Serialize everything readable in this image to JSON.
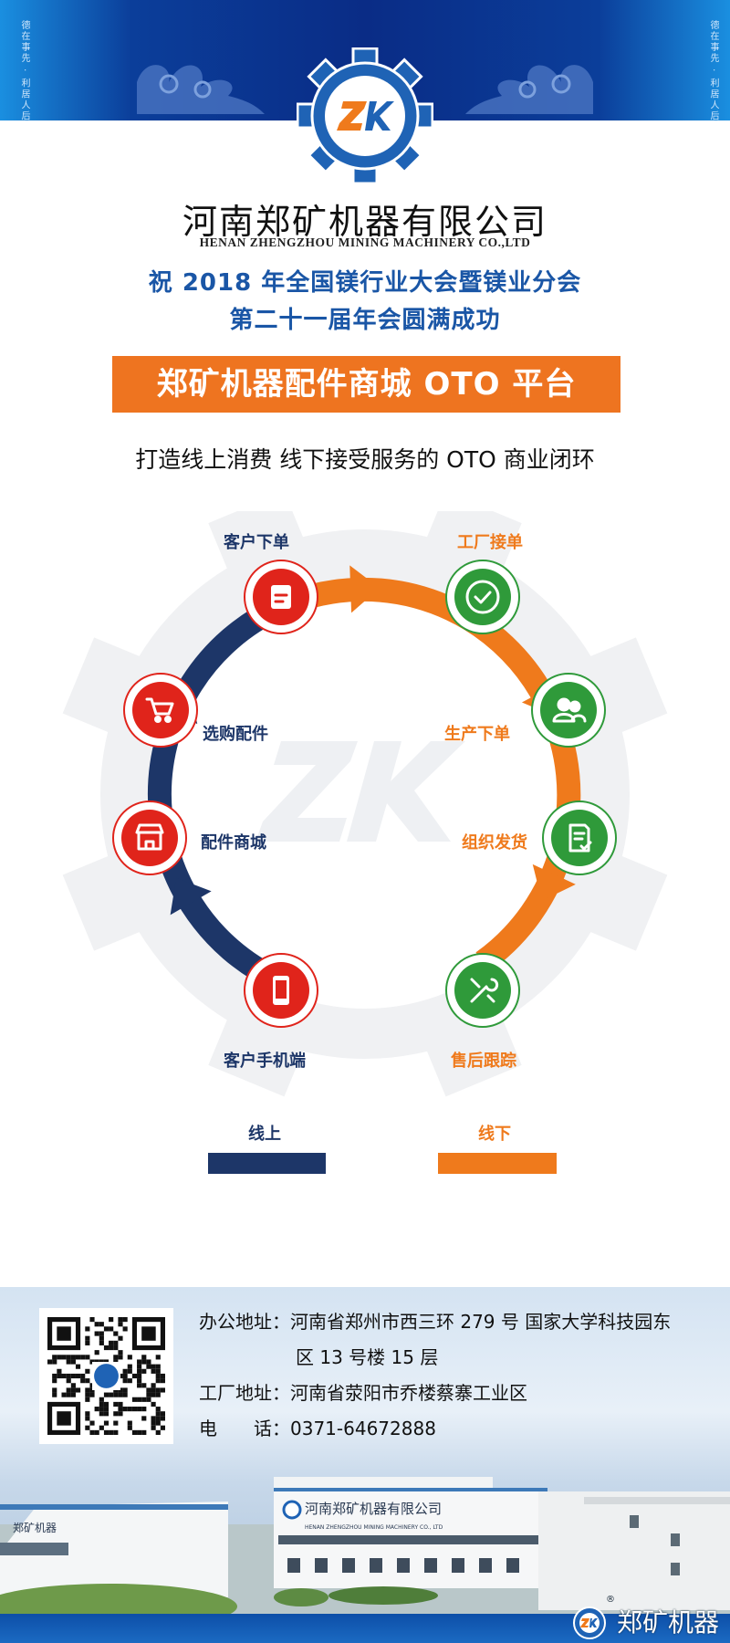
{
  "header": {
    "motto_left": "德在事先 · 利居人后",
    "motto_right": "德在事先 · 利居人后",
    "logo_text": "ZK",
    "company_cn": "河南郑矿机器有限公司",
    "company_en": "HENAN ZHENGZHOU MINING MACHINERY CO.,LTD"
  },
  "congrats": {
    "line1": "祝 2018 年全国镁行业大会暨镁业分会",
    "line2": "第二十一届年会圆满成功"
  },
  "platform_title": "郑矿机器配件商城 OTO 平台",
  "tagline": "打造线上消费  线下接受服务的 OTO 商业闭环",
  "diagram": {
    "online_steps": [
      {
        "label": "客户下单",
        "icon": "clipboard-icon"
      },
      {
        "label": "选购配件",
        "icon": "shopping-cart-icon"
      },
      {
        "label": "配件商城",
        "icon": "storefront-icon"
      },
      {
        "label": "客户手机端",
        "icon": "smartphone-icon"
      }
    ],
    "offline_steps": [
      {
        "label": "工厂接单",
        "icon": "check-circle-icon"
      },
      {
        "label": "生产下单",
        "icon": "users-icon"
      },
      {
        "label": "组织发货",
        "icon": "document-check-icon"
      },
      {
        "label": "售后跟踪",
        "icon": "tools-icon"
      }
    ],
    "colors": {
      "online": "#1d3668",
      "offline": "#ef7a1c",
      "online_node": "#e0241b",
      "offline_node": "#2f9a3a"
    }
  },
  "legend": {
    "online": "线上",
    "offline": "线下"
  },
  "footer": {
    "office_label": "办公地址：",
    "office_line1": "河南省郑州市西三环 279 号 国家大学科技园东",
    "office_line2": "区 13 号楼 15 层",
    "factory_label": "工厂地址：",
    "factory_value": "河南省荥阳市乔楼蔡寨工业区",
    "phone_label": "电　　话：",
    "phone_value": "0371-64672888",
    "building_sign_cn": "河南郑矿机器有限公司",
    "building_sign_en": "HENAN ZHENGZHOU MINING MACHINERY CO., LTD",
    "left_building_sign": "郑矿机器",
    "brand": "郑矿机器",
    "registered_mark": "®"
  }
}
